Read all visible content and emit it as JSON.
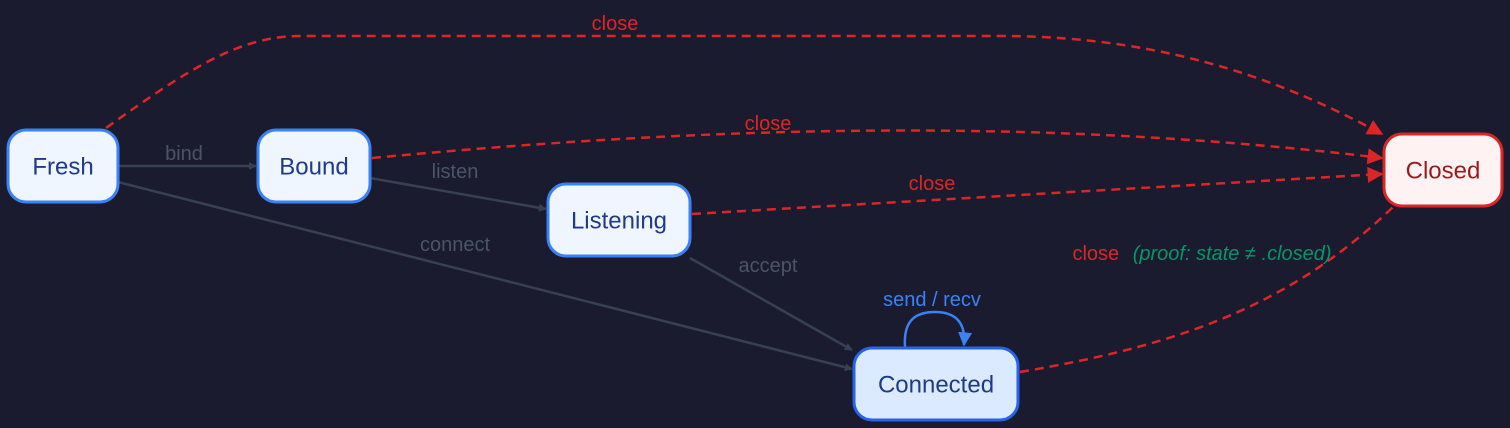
{
  "colors": {
    "background": "#1a1b2e",
    "node_fill": "#eff6ff",
    "node_stroke": "#3b82f6",
    "node_text": "#1e3a8a",
    "connected_fill": "#dbeafe",
    "connected_stroke": "#2563eb",
    "closed_fill": "#fef2f2",
    "closed_stroke": "#dc2626",
    "closed_text": "#991b1b",
    "transition": "#374151",
    "transition_label": "#4b5563",
    "close_edge": "#dc2626",
    "self_loop": "#3b82f6",
    "proof_text": "#059669"
  },
  "nodes": {
    "fresh": "Fresh",
    "bound": "Bound",
    "listening": "Listening",
    "connected": "Connected",
    "closed": "Closed"
  },
  "edges": {
    "bind": "bind",
    "listen": "listen",
    "connect": "connect",
    "accept": "accept",
    "send_recv": "send / recv",
    "close_fresh": "close",
    "close_bound": "close",
    "close_listening": "close",
    "close_connected": "close",
    "close_connected_proof": "(proof: state ≠ .closed)"
  }
}
